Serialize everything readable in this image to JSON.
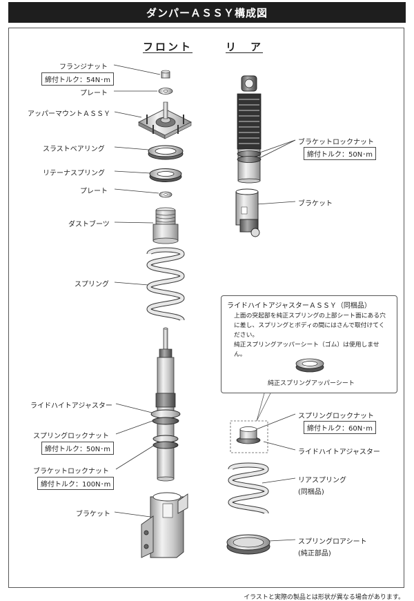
{
  "title": "ダンパーＡＳＳＹ構成図",
  "columns": {
    "front": "フロント",
    "rear": "リ　ア"
  },
  "front": {
    "flange_nut": "フランジナット",
    "flange_nut_torque": "締付トルク：54N･m",
    "plate_top": "プレート",
    "upper_mount": "アッパーマウントＡＳＳＹ",
    "thrust_bearing": "スラストベアリング",
    "retainer_spring": "リテーナスプリング",
    "plate_mid": "プレート",
    "dust_boot": "ダストブーツ",
    "spring": "スプリング",
    "ride_height_adjuster": "ライドハイトアジャスター",
    "spring_lock_nut": "スプリングロックナット",
    "spring_lock_nut_torque": "締付トルク：50N･m",
    "bracket_lock_nut": "ブラケットロックナット",
    "bracket_lock_nut_torque": "締付トルク：100N･m",
    "bracket": "ブラケット"
  },
  "rear": {
    "bracket_lock_nut": "ブラケットロックナット",
    "bracket_lock_nut_torque": "締付トルク：50N･m",
    "bracket": "ブラケット",
    "spring_lock_nut": "スプリングロックナット",
    "spring_lock_nut_torque": "締付トルク：60N･m",
    "ride_height_adjuster": "ライドハイトアジャスター",
    "rear_spring": "リアスプリング",
    "rear_spring_note": "(同梱品)",
    "spring_lower_seat": "スプリングロアシート",
    "spring_lower_seat_note": "(純正部品)"
  },
  "note": {
    "title": "ライドハイトアジャスターＡＳＳＹ（同梱品）",
    "line1": "上面の突起部を純正スプリングの上部シート面にある穴",
    "line2": "に差し、スプリングとボディの間にはさんで取付けてく",
    "line3": "ださい。",
    "line4": "純正スプリングアッパーシート（ゴム）は使用しません。",
    "caption": "純正スプリングアッパーシート"
  },
  "footer": "イラストと実際の製品とは形状が異なる場合があります。"
}
